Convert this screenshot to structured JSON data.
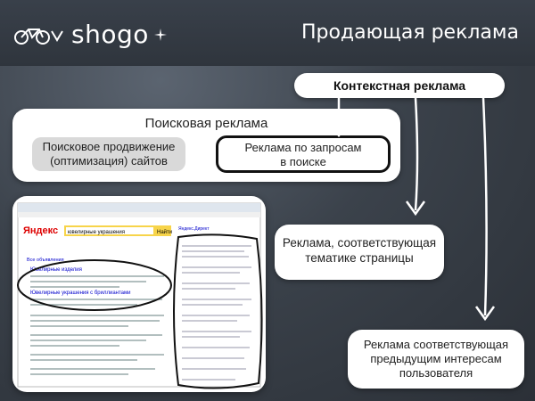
{
  "logo": {
    "text": "shogo"
  },
  "title": "Продающая реклама",
  "context_ads": "Контекстная реклама",
  "search_ads": {
    "heading": "Поисковая реклама",
    "seo": [
      "Поисковое продвижение",
      "(оптимизация) сайтов"
    ],
    "ppc": [
      "Реклама по запросам",
      "в поиске"
    ]
  },
  "thematic": [
    "Реклама, соответствующая",
    "тематике страницы"
  ],
  "behavioral": [
    "Реклама соответствующая",
    "предыдущим интересам",
    "пользователя"
  ],
  "screenshot": {
    "yandex_logo": "Яндекс",
    "query": "ювелирные украшения",
    "find_button": "Найти",
    "ad_heading": "Все объявления",
    "ad_title_1": "Ювелирные изделия",
    "ad_title_2": "Ювелирные украшения с бриллиантами",
    "side_heading": "Яндекс.Директ"
  },
  "colors": {
    "accent": "#ffffff",
    "yandex_yellow": "#f7d44a"
  }
}
